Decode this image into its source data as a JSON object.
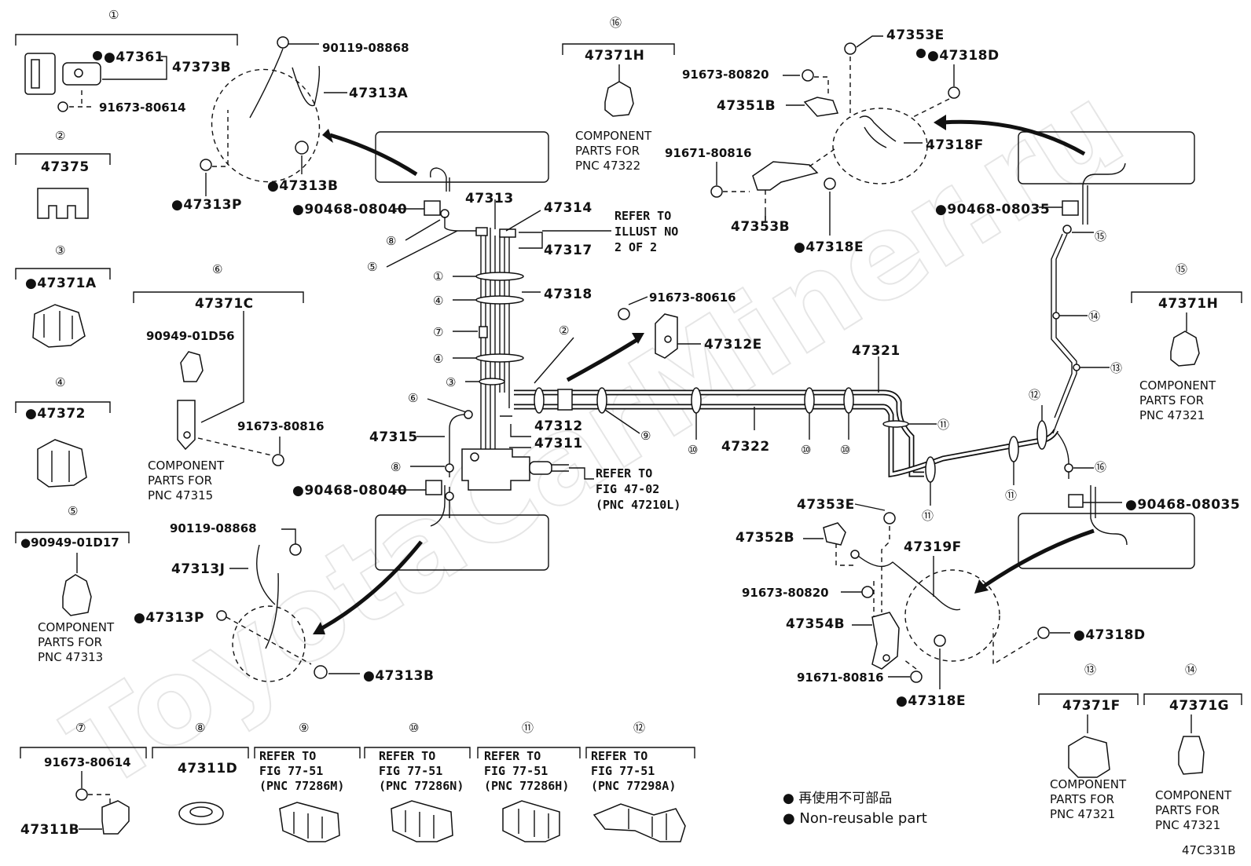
{
  "watermark": "ToyotaCarMiner.ru",
  "diagram_code": "47C331B",
  "legend": {
    "jp": "● 再使用不可部品",
    "en": "● Non-reusable part"
  },
  "groups": {
    "g1": {
      "num": "①",
      "a": "●47361",
      "b": "47373B",
      "c": "91673-80614"
    },
    "g2": {
      "num": "②",
      "a": "47375"
    },
    "g3": {
      "num": "③",
      "a": "●47371A"
    },
    "g4": {
      "num": "④",
      "a": "●47372"
    },
    "g5": {
      "num": "⑤",
      "a": "●90949-01D17",
      "c1": "COMPONENT",
      "c2": "PARTS FOR",
      "c3": "PNC 47313"
    },
    "g6": {
      "num": "⑥",
      "a": "47371C",
      "b": "90949-01D56",
      "c": "91673-80816",
      "c1": "COMPONENT",
      "c2": "PARTS FOR",
      "c3": "PNC 47315"
    },
    "g7": {
      "num": "⑦",
      "a": "91673-80614",
      "b": "47311B"
    },
    "g8": {
      "num": "⑧",
      "a": "47311D"
    },
    "g9": {
      "num": "⑨",
      "r1": "REFER TO",
      "r2": "FIG 77-51",
      "r3": "(PNC 77286M)"
    },
    "g10": {
      "num": "⑩",
      "r1": "REFER TO",
      "r2": "FIG 77-51",
      "r3": "(PNC 77286N)"
    },
    "g11": {
      "num": "⑪",
      "r1": "REFER TO",
      "r2": "FIG 77-51",
      "r3": "(PNC 77286H)"
    },
    "g12": {
      "num": "⑫",
      "r1": "REFER TO",
      "r2": "FIG 77-51",
      "r3": "(PNC 77298A)"
    },
    "g13": {
      "num": "⑬",
      "a": "47371F",
      "c1": "COMPONENT",
      "c2": "PARTS FOR",
      "c3": "PNC 47321"
    },
    "g14": {
      "num": "⑭",
      "a": "47371G",
      "c1": "COMPONENT",
      "c2": "PARTS FOR",
      "c3": "PNC 47321"
    },
    "g15": {
      "num": "⑮",
      "a": "47371H",
      "c1": "COMPONENT",
      "c2": "PARTS FOR",
      "c3": "PNC 47321"
    },
    "g16": {
      "num": "⑯",
      "a": "47371H",
      "c1": "COMPONENT",
      "c2": "PARTS FOR",
      "c3": "PNC 47322"
    }
  },
  "labels": {
    "p90119a": "90119-08868",
    "p47313A": "47313A",
    "p47313B_top": "●47313B",
    "p47313P_top": "●47313P",
    "p90468_tl": "●90468-08040",
    "p47313": "47313",
    "p47314": "47314",
    "p47317": "47317",
    "p47318": "47318",
    "p47315": "47315",
    "p47312": "47312",
    "p47311": "47311",
    "p90468_bl": "●90468-08040",
    "refer_illust_1": "REFER TO",
    "refer_illust_2": "ILLUST NO",
    "refer_illust_3": "2 OF 2",
    "refer_fig_1": "REFER TO",
    "refer_fig_2": "FIG 47-02",
    "refer_fig_3": "(PNC 47210L)",
    "p91673_80616": "91673-80616",
    "p47312E": "47312E",
    "p47321": "47321",
    "p47322": "47322",
    "p90119b": "90119-08868",
    "p47313J": "47313J",
    "p47313P_bot": "●47313P",
    "p47313B_bot": "●47313B",
    "p47353E_top": "47353E",
    "p47318D_top": "●47318D",
    "p91673_80820_top": "91673-80820",
    "p47351B": "47351B",
    "p91671_80816_top": "91671-80816",
    "p47318F": "47318F",
    "p47353B": "47353B",
    "p47318E_top": "●47318E",
    "p90468_tr": "●90468-08035",
    "p47353E_bot": "47353E",
    "p47352B": "47352B",
    "p47319F": "47319F",
    "p91673_80820_bot": "91673-80820",
    "p47354B": "47354B",
    "p91671_80816_bot": "91671-80816",
    "p47318E_bot": "●47318E",
    "p47318D_bot": "●47318D",
    "p90468_br": "●90468-08035"
  },
  "callouts": {
    "c1": "①",
    "c2": "②",
    "c3": "③",
    "c4a": "④",
    "c4b": "④",
    "c5": "⑤",
    "c6": "⑥",
    "c7": "⑦",
    "c8a": "⑧",
    "c8b": "⑧",
    "c9": "⑨",
    "c10a": "⑩",
    "c10b": "⑩",
    "c10c": "⑩",
    "c11a": "⑪",
    "c11b": "⑪",
    "c11c": "⑪",
    "c12": "⑫",
    "c13": "⑬",
    "c14": "⑭",
    "c15": "⑮",
    "c16": "⑯"
  }
}
